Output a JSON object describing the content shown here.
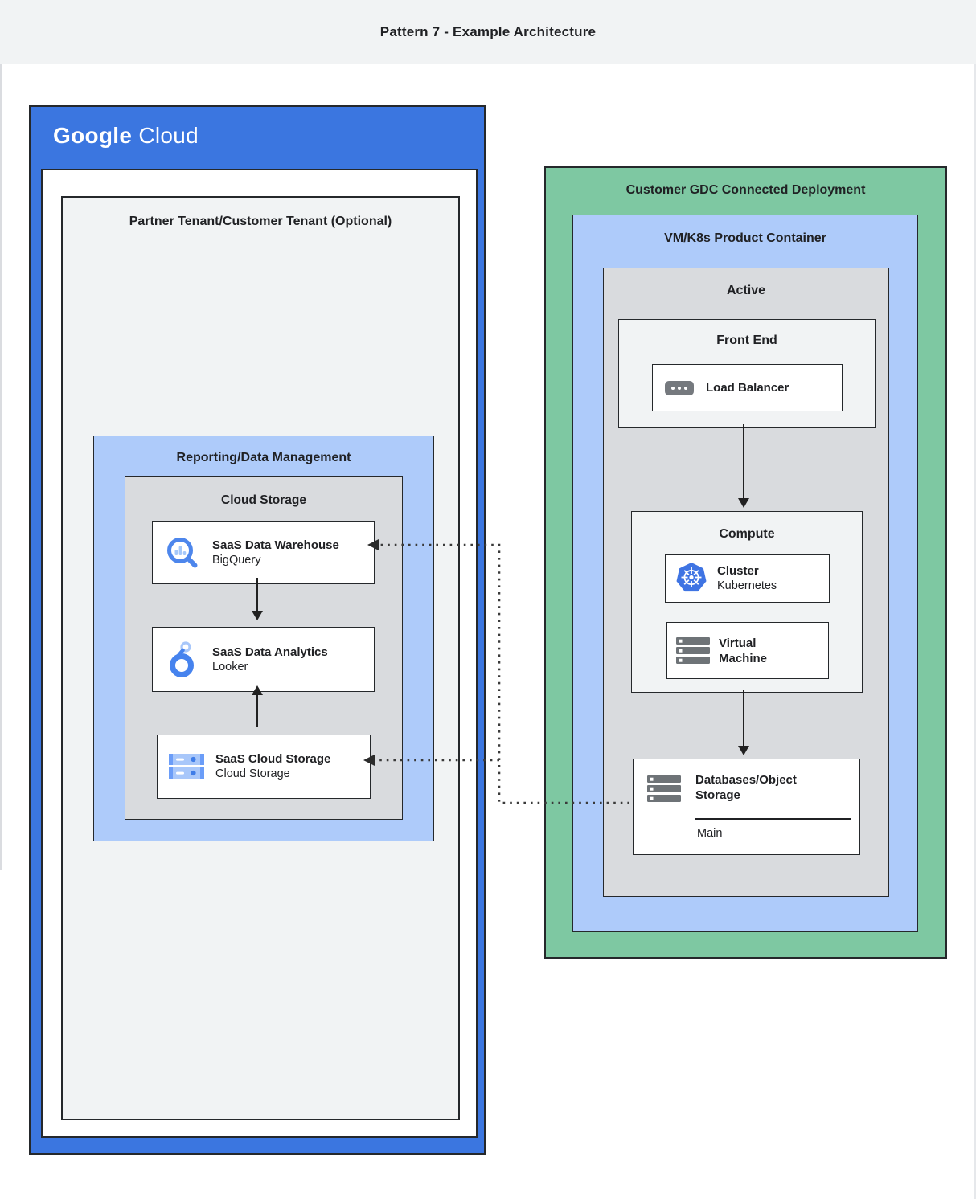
{
  "header": {
    "title": "Pattern 7 - Example Architecture"
  },
  "google_cloud": {
    "logo_part1": "Google",
    "logo_part2": " Cloud",
    "tenant": {
      "title": "Partner Tenant/Customer Tenant (Optional)",
      "reporting": {
        "title": "Reporting/Data Management",
        "storage": {
          "title": "Cloud Storage",
          "cards": [
            {
              "title": "SaaS Data Warehouse",
              "subtitle": "BigQuery",
              "icon": "bigquery-icon"
            },
            {
              "title": "SaaS Data Analytics",
              "subtitle": "Looker",
              "icon": "looker-icon"
            },
            {
              "title": "SaaS Cloud Storage",
              "subtitle": "Cloud Storage",
              "icon": "cloud-storage-icon"
            }
          ]
        }
      }
    }
  },
  "gdc": {
    "title": "Customer GDC Connected Deployment",
    "container": {
      "title": "VM/K8s Product Container",
      "active": {
        "title": "Active",
        "front_end": {
          "title": "Front End",
          "load_balancer": {
            "title": "Load Balancer",
            "icon": "load-balancer-icon"
          }
        },
        "compute": {
          "title": "Compute",
          "cluster": {
            "title": "Cluster",
            "subtitle": "Kubernetes",
            "icon": "kubernetes-icon"
          },
          "virtual_machine": {
            "title": "Virtual Machine",
            "icon": "virtual-machine-icon"
          }
        },
        "databases": {
          "title": "Databases/Object Storage",
          "section_label": "Main",
          "icon": "storage-stack-icon"
        }
      }
    }
  },
  "icons": [
    "bigquery-icon",
    "looker-icon",
    "cloud-storage-icon",
    "load-balancer-icon",
    "kubernetes-icon",
    "virtual-machine-icon",
    "storage-stack-icon"
  ],
  "colors": {
    "google_blue": "#3B76E0",
    "zone_light_blue": "#AECBFA",
    "zone_green": "#7EC8A2",
    "zone_gray": "#D9DBDE",
    "zone_light_gray": "#F1F3F4",
    "icon_blue": "#4683EE",
    "icon_light_blue": "#A8C7FA",
    "icon_gray": "#6E7377",
    "text": "#202124"
  }
}
